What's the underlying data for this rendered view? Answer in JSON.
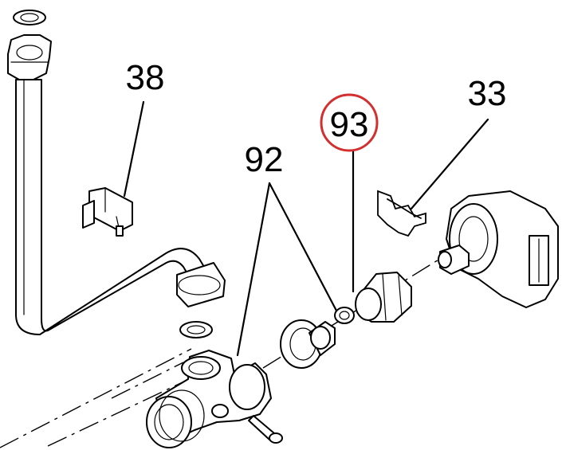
{
  "diagram": {
    "callouts": [
      {
        "id": "38",
        "text": "38"
      },
      {
        "id": "93",
        "text": "93",
        "highlighted": true
      },
      {
        "id": "92",
        "text": "92"
      },
      {
        "id": "33",
        "text": "33"
      }
    ],
    "highlight_color": "#d32f2f",
    "line_color": "#000000",
    "background": "#ffffff"
  }
}
